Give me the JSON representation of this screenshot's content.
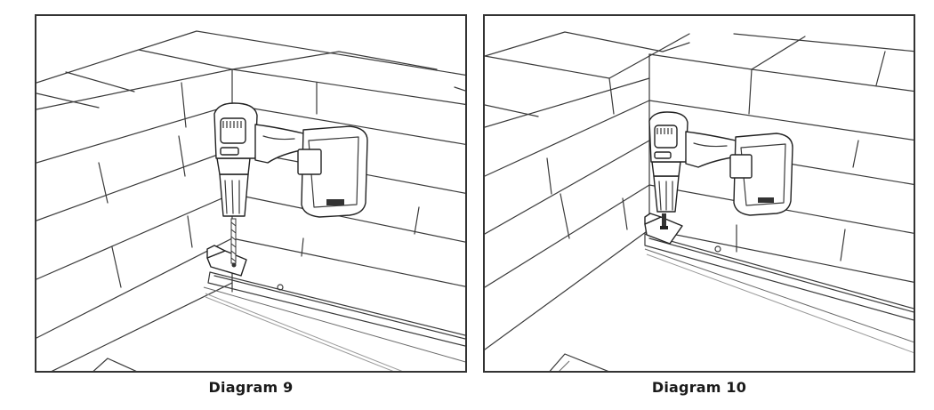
{
  "figures": [
    {
      "id": "diagram-9",
      "caption": "Diagram 9",
      "content": {
        "scene": "brick/block wall corner with track rail along the base",
        "tool": "cordless drill with battery pack",
        "action": "drill bit drilling hole through angle bracket into wall"
      }
    },
    {
      "id": "diagram-10",
      "caption": "Diagram 10",
      "content": {
        "scene": "brick/block wall corner with track rail along the base",
        "tool": "cordless drill with battery pack",
        "action": "screw driven through angle bracket into wall"
      }
    }
  ],
  "colors": {
    "line": "#3a3a3a",
    "frame": "#333333",
    "caption": "#1a1a1a",
    "background": "#ffffff"
  }
}
